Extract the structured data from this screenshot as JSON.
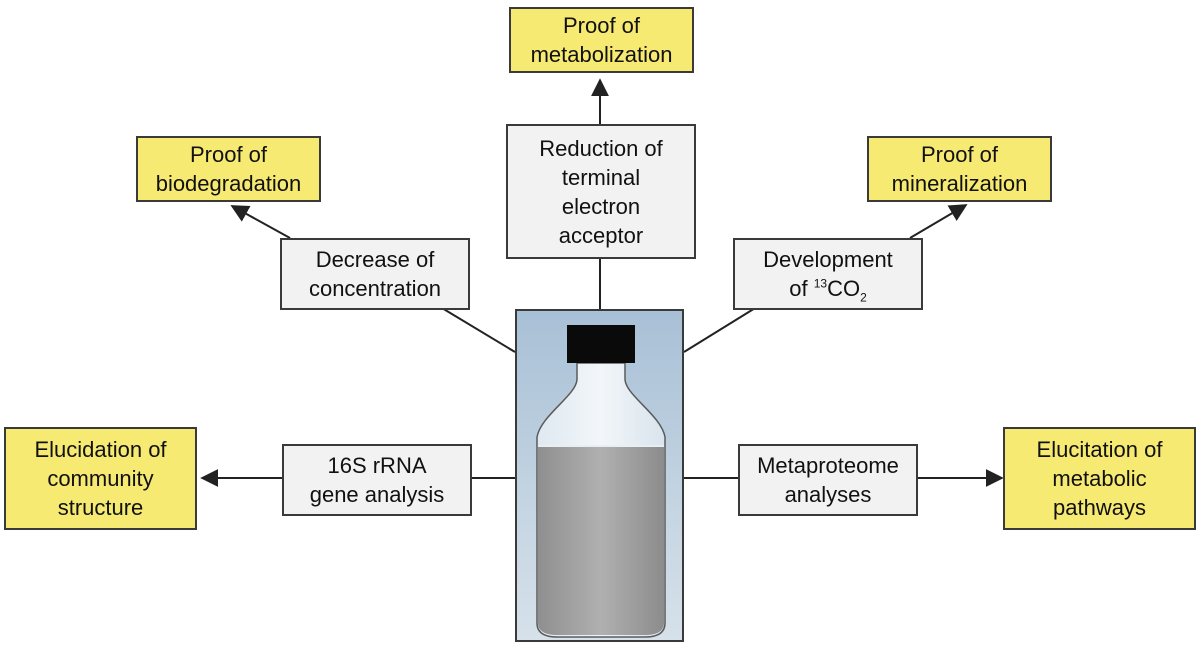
{
  "diagram": {
    "methods": {
      "decrease": "Decrease of\nconcentration",
      "reduction": "Reduction of\nterminal\nelectron\nacceptor",
      "development_pre": "Development\nof ",
      "development_iso": "13",
      "development_co": "CO",
      "development_sub": "2",
      "rrna": "16S rRNA\ngene analysis",
      "metaproteome": "Metaproteome\nanalyses"
    },
    "goals": {
      "biodegradation": "Proof of\nbiodegradation",
      "metabolization": "Proof of\nmetabolization",
      "mineralization": "Proof of\nmineralization",
      "community": "Elucidation of\ncommunity\nstructure",
      "pathways": "Elucitation of\nmetabolic\npathways"
    },
    "colors": {
      "goal_fill": "#f6ea72",
      "method_fill": "#f2f2f2",
      "line": "#222222",
      "bottle_cap": "#0a0a0a",
      "bottle_liquid": "#a6a6a6"
    }
  }
}
